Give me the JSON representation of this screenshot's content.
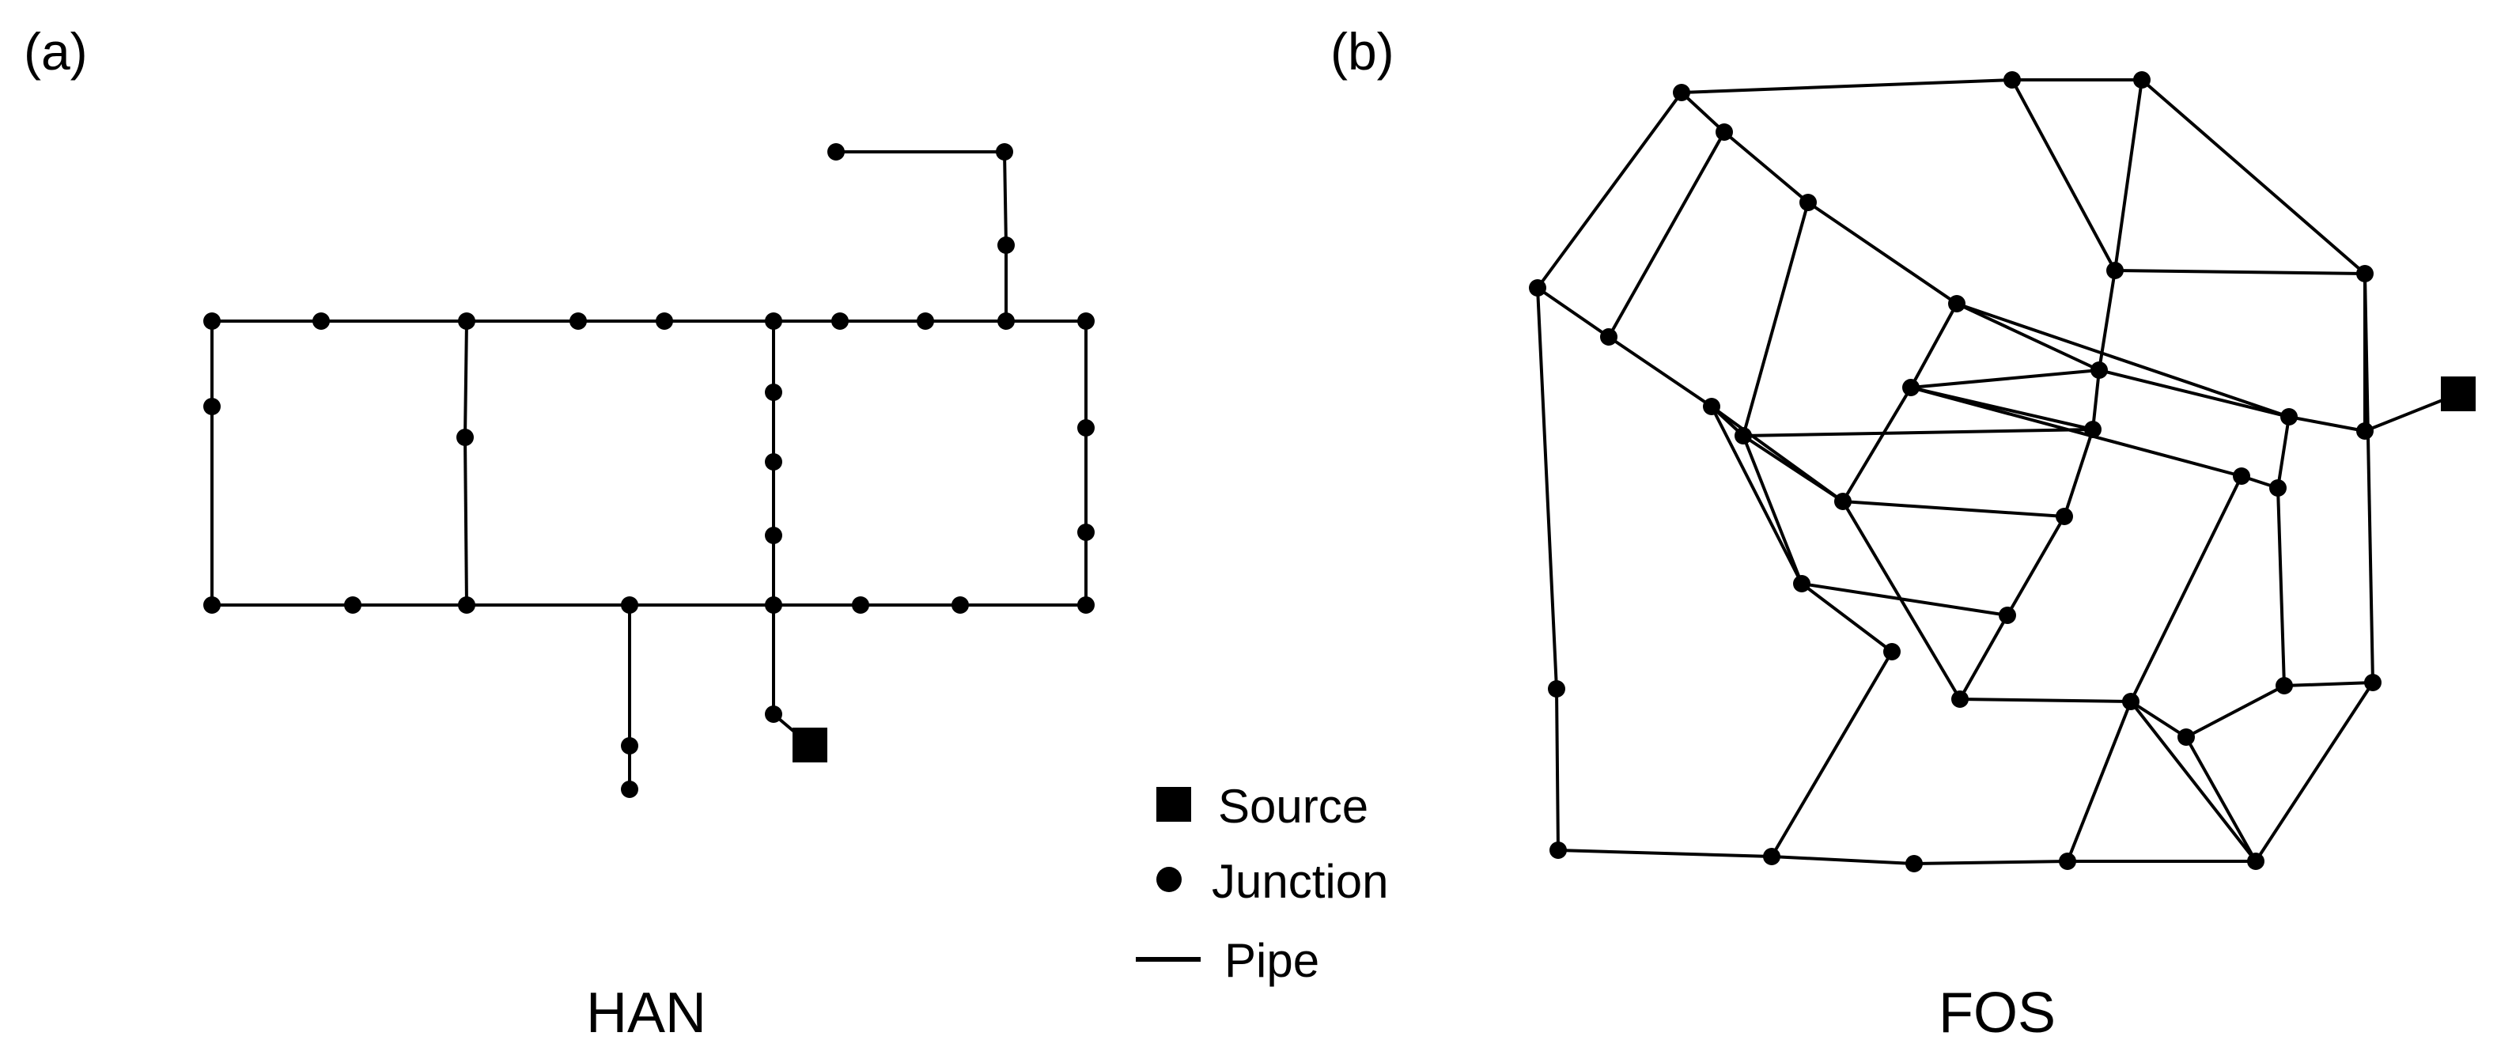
{
  "panels": [
    {
      "label": "(a)",
      "name": "HAN"
    },
    {
      "label": "(b)",
      "name": "FOS"
    }
  ],
  "legend": {
    "source": "Source",
    "junction": "Junction",
    "pipe": "Pipe"
  },
  "colors": {
    "ink": "#000000",
    "background": "#ffffff"
  }
}
